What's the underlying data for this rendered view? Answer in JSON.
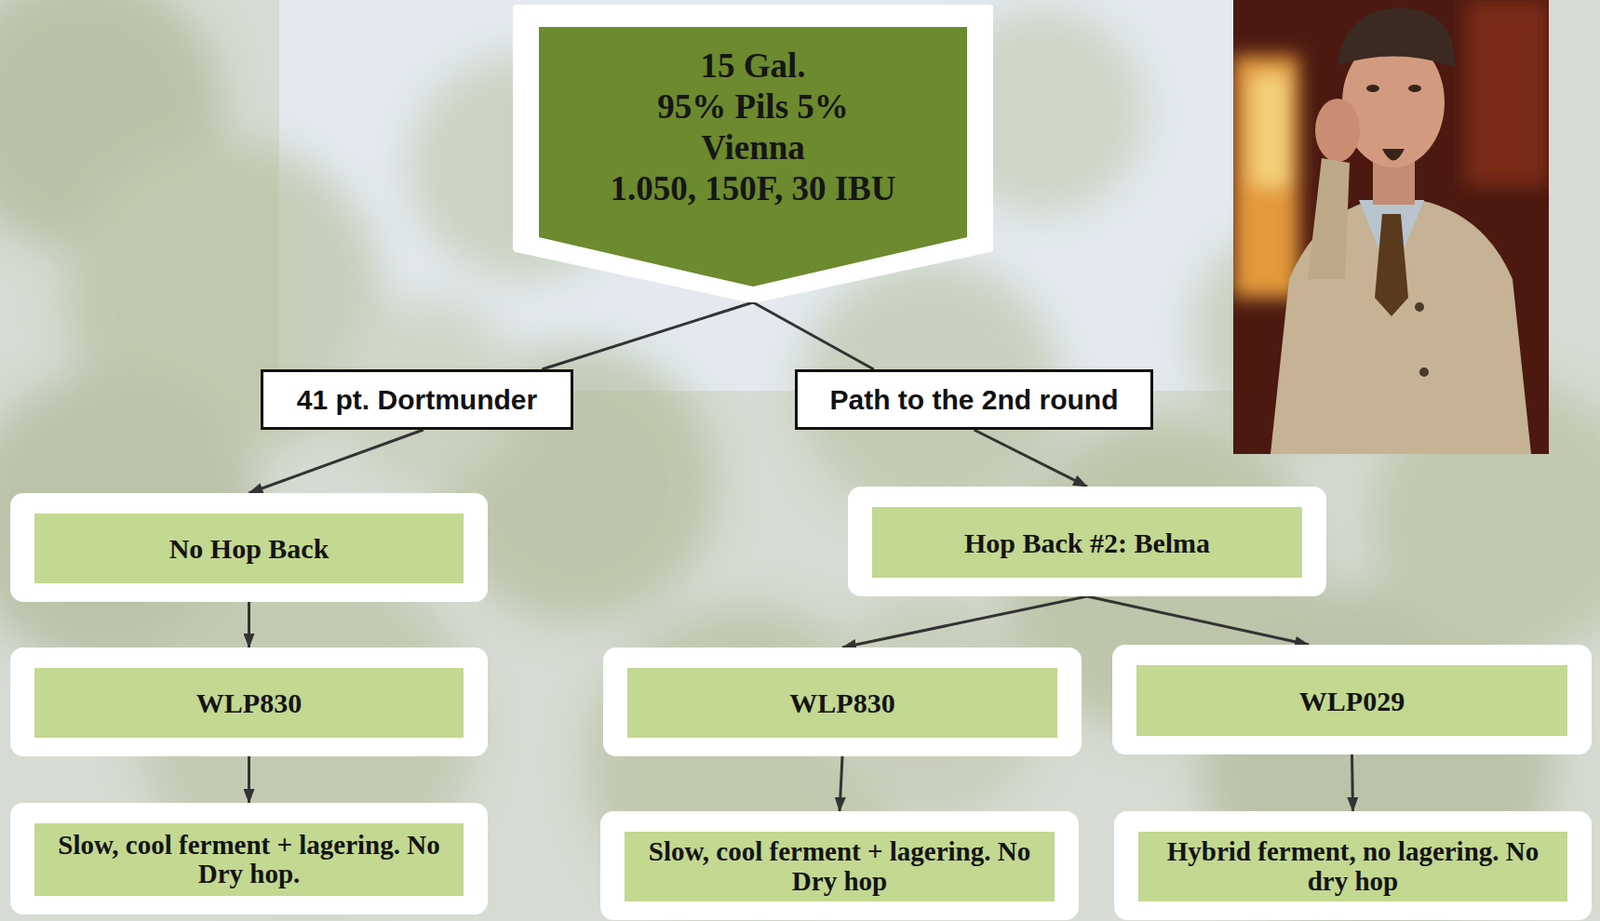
{
  "diagram": {
    "nodes": [
      {
        "text": [
          "15 Gal.",
          "95% Pils 5% Vienna",
          "1.050, 150F, 30 IBU"
        ]
      },
      {
        "text": [
          "41 pt. Dortmunder"
        ]
      },
      {
        "text": [
          "Path to the 2nd round"
        ]
      },
      {
        "text": [
          "No Hop Back"
        ]
      },
      {
        "text": [
          "Hop Back #2: Belma"
        ]
      },
      {
        "text": [
          "WLP830"
        ]
      },
      {
        "text": [
          "WLP830"
        ]
      },
      {
        "text": [
          "WLP029"
        ]
      },
      {
        "text": [
          "Slow, cool ferment + lagering. No Dry hop."
        ]
      },
      {
        "text": [
          "Slow, cool ferment + lagering. No Dry hop"
        ]
      },
      {
        "text": [
          "Hybrid ferment, no lagering. No dry hop"
        ]
      }
    ],
    "edges": [
      {
        "from": 0,
        "to": 1,
        "arrow": "none"
      },
      {
        "from": 0,
        "to": 2,
        "arrow": "none"
      },
      {
        "from": 1,
        "to": 3,
        "arrow": "to"
      },
      {
        "from": 2,
        "to": 4,
        "arrow": "to"
      },
      {
        "from": 3,
        "to": 5,
        "arrow": "to"
      },
      {
        "from": 5,
        "to": 8,
        "arrow": "to"
      },
      {
        "from": 4,
        "to": 6,
        "arrow": "to"
      },
      {
        "from": 4,
        "to": 7,
        "arrow": "to"
      },
      {
        "from": 6,
        "to": 9,
        "arrow": "to"
      },
      {
        "from": 7,
        "to": 10,
        "arrow": "to"
      }
    ]
  }
}
